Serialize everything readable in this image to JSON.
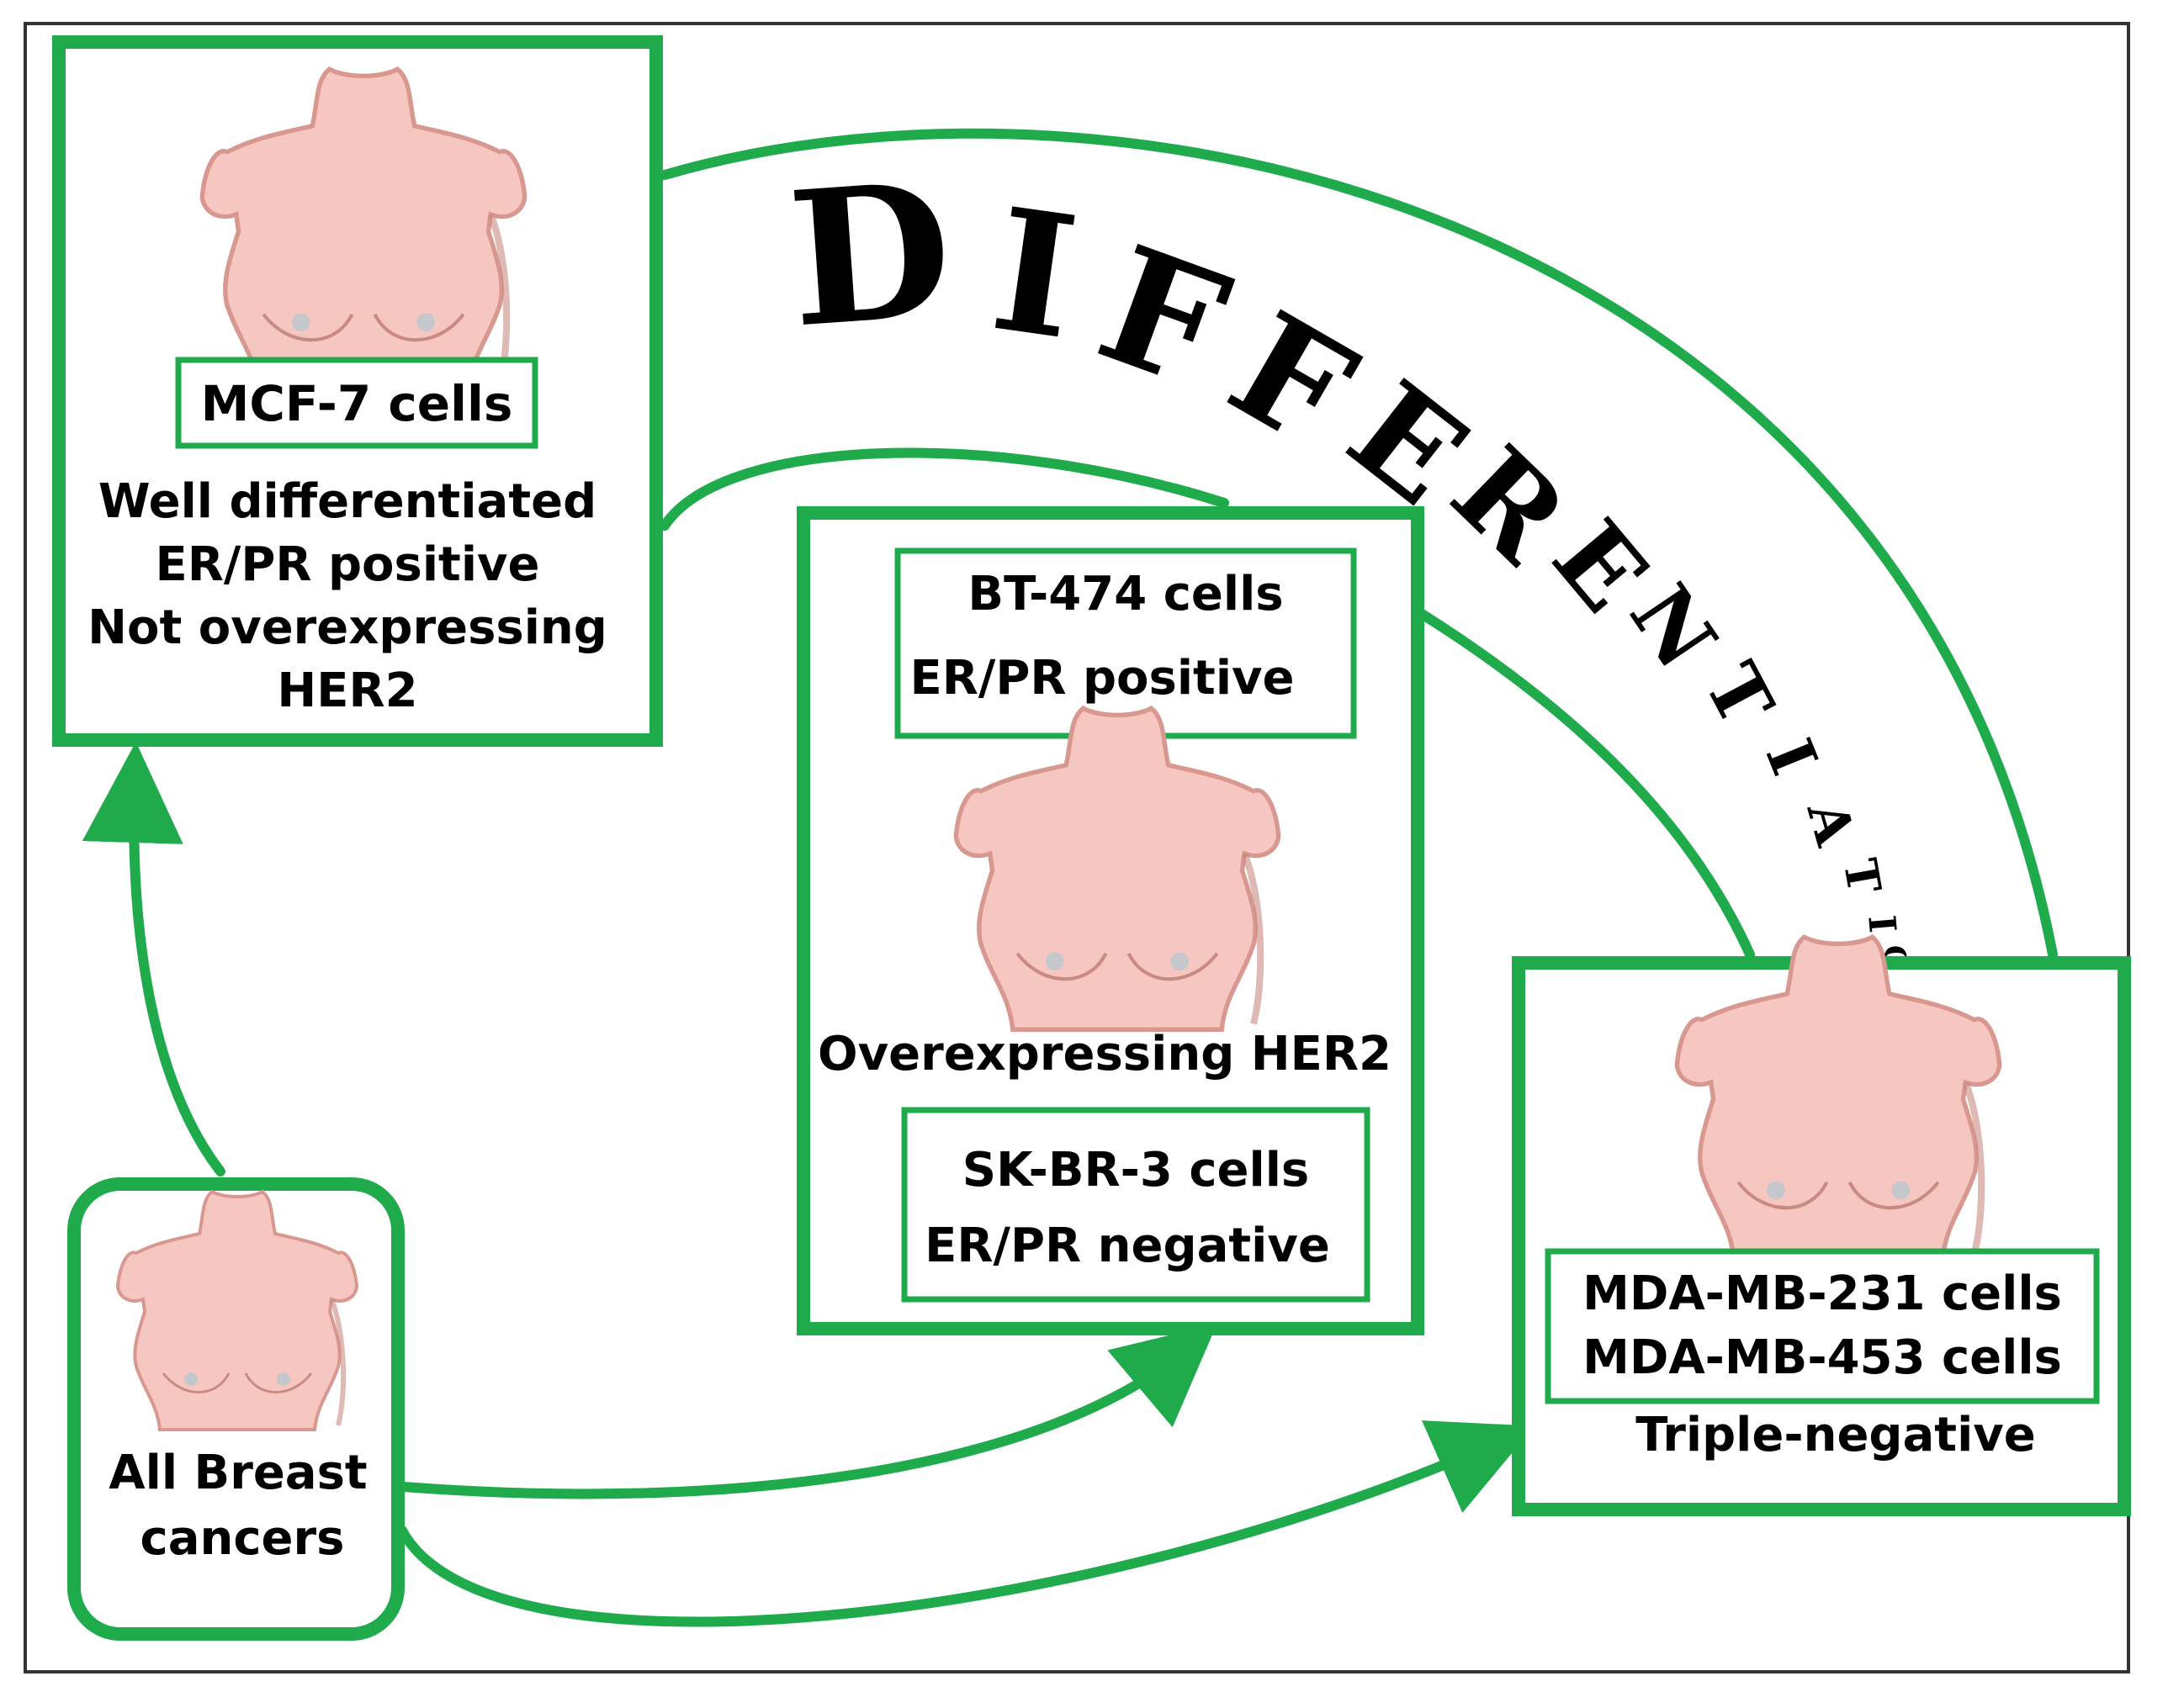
{
  "colors": {
    "accent": "#1fab4b",
    "skin": "#f6c6c0",
    "skin_shade": "#e7a8a1",
    "text": "#000000"
  },
  "icons": [
    "torso-icon"
  ],
  "title": "DIFFERENTIATION",
  "boxes": {
    "mcf7": {
      "cells": "MCF-7 cells",
      "lines": [
        "Well differentiated",
        "ER/PR positive",
        "Not overexpressing",
        "HER2"
      ]
    },
    "bt474": {
      "cells": "BT-474 cells",
      "receptor": "ER/PR positive"
    },
    "her2": {
      "label": "Overexpressing HER2"
    },
    "skbr3": {
      "cells": "SK-BR-3 cells",
      "receptor": "ER/PR negative"
    },
    "mda": {
      "lines": [
        "MDA-MB-231 cells",
        "MDA-MB-453 cells"
      ],
      "label": "Triple-negative"
    },
    "all": {
      "lines": [
        "All Breast",
        "cancers"
      ]
    }
  }
}
